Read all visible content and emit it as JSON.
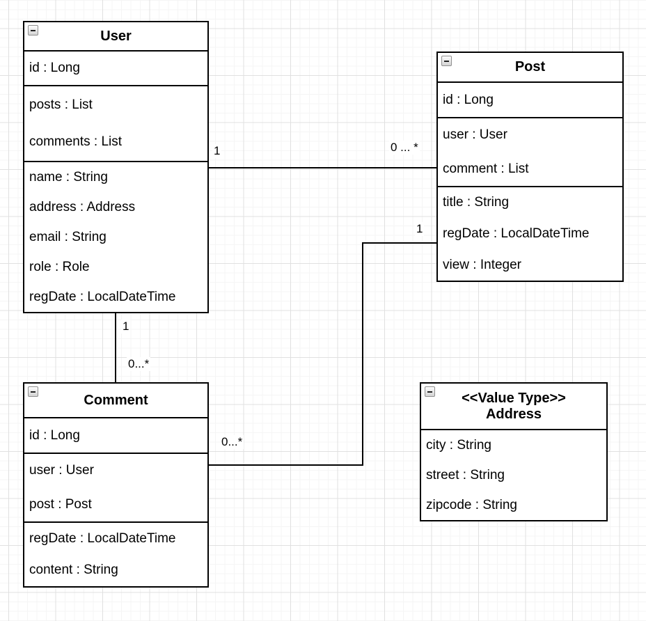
{
  "canvas": {
    "background": "#ffffff",
    "grid_minor_color": "#f5f5f5",
    "grid_major_color": "#e0e0e0",
    "box_border_color": "#000000",
    "text_color": "#000000"
  },
  "classes": {
    "user": {
      "title": "User",
      "attributes": [
        [
          "id : Long"
        ],
        [
          "posts : List",
          "comments : List"
        ],
        [
          "name : String",
          "address : Address",
          "email : String",
          "role : Role",
          "regDate : LocalDateTime"
        ]
      ]
    },
    "post": {
      "title": "Post",
      "attributes": [
        [
          "id : Long"
        ],
        [
          "user : User",
          "comment : List"
        ],
        [
          "title : String",
          "regDate : LocalDateTime",
          "view : Integer"
        ]
      ]
    },
    "comment": {
      "title": "Comment",
      "attributes": [
        [
          "id : Long"
        ],
        [
          "user : User",
          "post : Post"
        ],
        [
          "regDate : LocalDateTime",
          "content : String"
        ]
      ]
    },
    "address": {
      "stereotype": "<<Value Type>>",
      "title": "Address",
      "attributes": [
        [
          "city : String",
          "street : String",
          "zipcode : String"
        ]
      ]
    }
  },
  "relations": {
    "user_post": {
      "source_label": "1",
      "target_label": "0 ... *"
    },
    "user_comment": {
      "source_label": "1",
      "target_label": "0...*"
    },
    "comment_post": {
      "source_label": "0...*",
      "target_label": "1"
    }
  },
  "icons": {
    "collapse": "minus-icon"
  }
}
